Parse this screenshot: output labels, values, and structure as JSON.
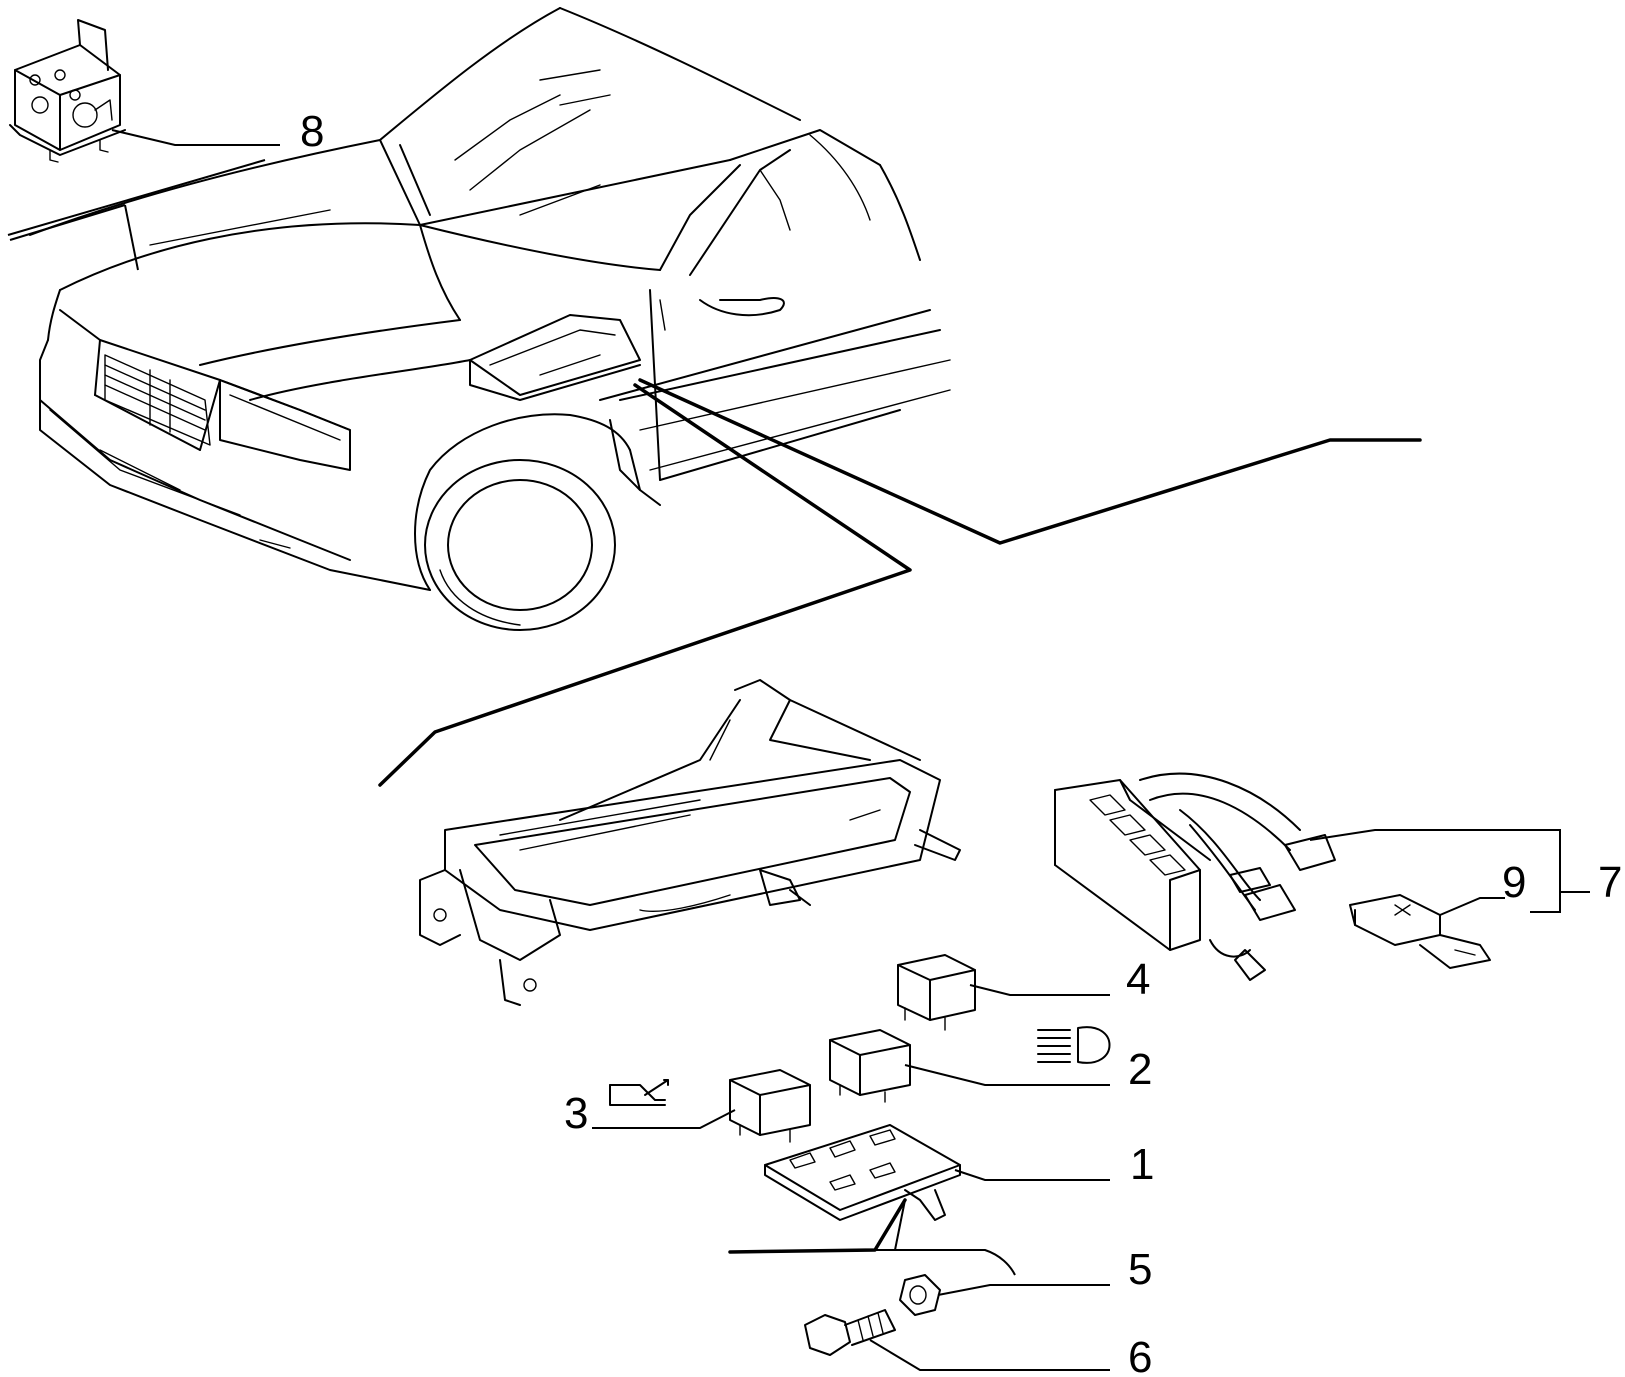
{
  "callouts": [
    {
      "id": "1",
      "label": "1"
    },
    {
      "id": "2",
      "label": "2"
    },
    {
      "id": "3",
      "label": "3"
    },
    {
      "id": "4",
      "label": "4"
    },
    {
      "id": "5",
      "label": "5"
    },
    {
      "id": "6",
      "label": "6"
    },
    {
      "id": "7",
      "label": "7"
    },
    {
      "id": "8",
      "label": "8"
    },
    {
      "id": "9",
      "label": "9"
    }
  ],
  "symbols": {
    "relay_2": "headlamp-symbol-icon",
    "relay_3": "rear-window-heater-symbol-icon"
  }
}
